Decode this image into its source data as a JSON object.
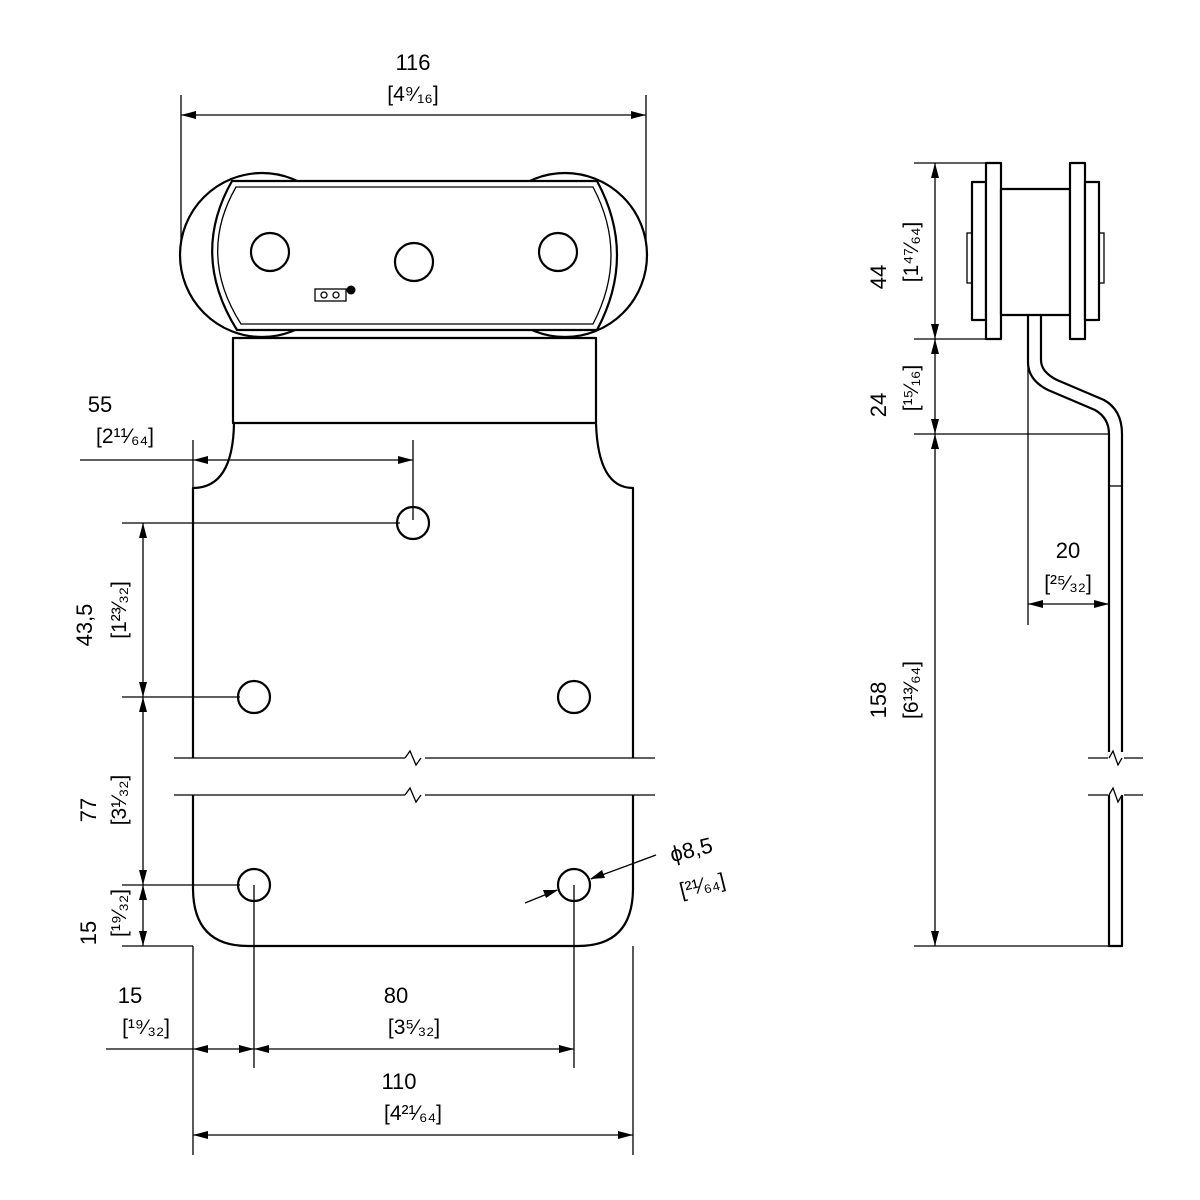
{
  "dimensions": {
    "overall_width": {
      "value": "116",
      "inch": "[4⁹⁄₁₆]"
    },
    "top_hole_offset": {
      "value": "55",
      "inch": "[2¹¹⁄₆₄]"
    },
    "hole_spacing_upper": {
      "value": "43,5",
      "inch": "[1²³⁄₃₂]"
    },
    "hole_spacing_lower": {
      "value": "77",
      "inch": "[3¹⁄₃₂]"
    },
    "bottom_edge_offset": {
      "value": "15",
      "inch": "[¹⁹⁄₃₂]"
    },
    "side_edge_offset": {
      "value": "15",
      "inch": "[¹⁹⁄₃₂]"
    },
    "hole_center_spacing": {
      "value": "80",
      "inch": "[3⁵⁄₃₂]"
    },
    "plate_width": {
      "value": "110",
      "inch": "[4²¹⁄₆₄]"
    },
    "hole_diameter": {
      "value": "ϕ8,5",
      "inch": "[²¹⁄₆₄]"
    },
    "wheel_height": {
      "value": "44",
      "inch": "[1⁴⁷⁄₆₄]"
    },
    "bend_height": {
      "value": "24",
      "inch": "[¹⁵⁄₁₆]"
    },
    "plate_offset": {
      "value": "20",
      "inch": "[²⁵⁄₃₂]"
    },
    "plate_height": {
      "value": "158",
      "inch": "[6¹³⁄₆₄]"
    }
  }
}
